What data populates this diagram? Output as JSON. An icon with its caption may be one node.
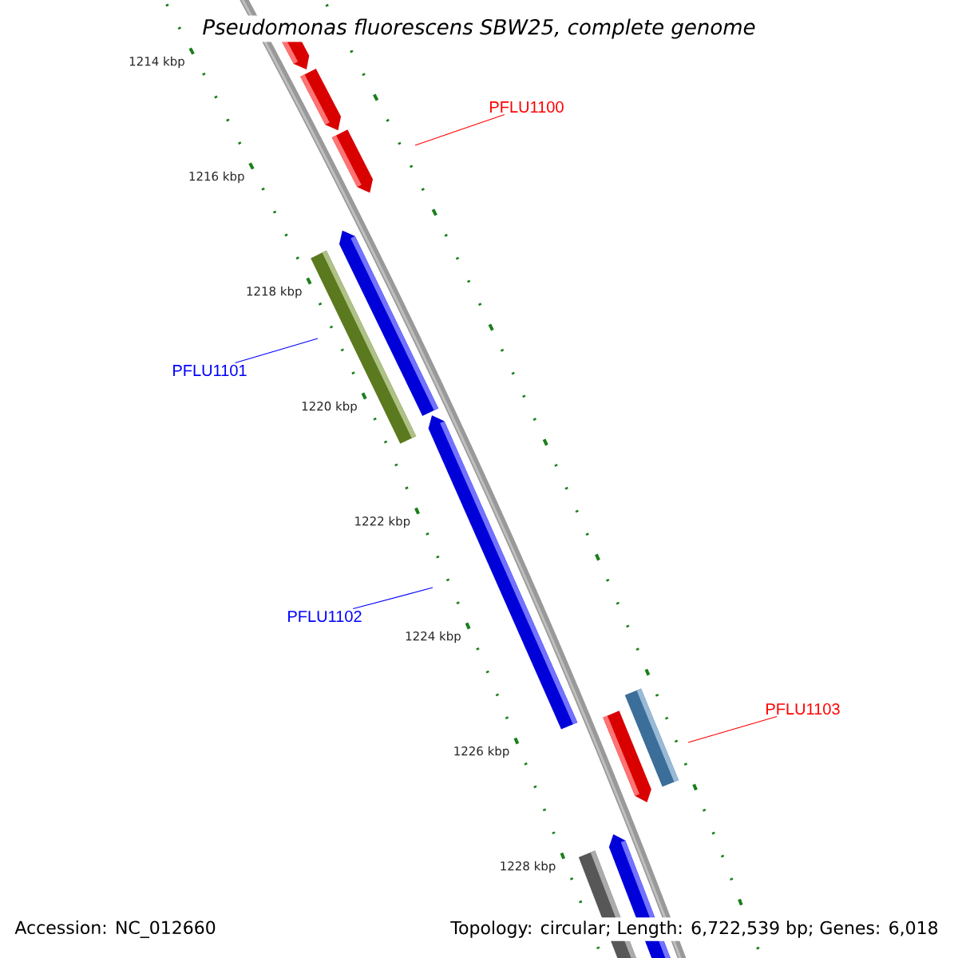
{
  "diagram": {
    "title": "Pseudomonas fluorescens SBW25, complete genome",
    "nodes": [
      {
        "text": [
          "PFLU1100"
        ]
      },
      {
        "text": [
          "PFLU1101"
        ]
      },
      {
        "text": [
          "PFLU1102"
        ]
      },
      {
        "text": [
          "PFLU1103"
        ]
      }
    ],
    "edges": [
      {
        "from": 0,
        "to": null,
        "arrow": "none",
        "color": "#ff0000"
      },
      {
        "from": 1,
        "to": null,
        "arrow": "none",
        "color": "#0000ff"
      },
      {
        "from": 2,
        "to": null,
        "arrow": "none",
        "color": "#0000ff"
      },
      {
        "from": 3,
        "to": null,
        "arrow": "none",
        "color": "#ff0000"
      }
    ],
    "labels": [
      "1214 kbp",
      "1216 kbp",
      "1218 kbp",
      "1220 kbp",
      "1222 kbp",
      "1224 kbp",
      "1226 kbp",
      "1228 kbp",
      "Accession: NC_012660",
      "Topology: circular; Length: 6,722,539 bp; Genes: 6,018"
    ]
  }
}
